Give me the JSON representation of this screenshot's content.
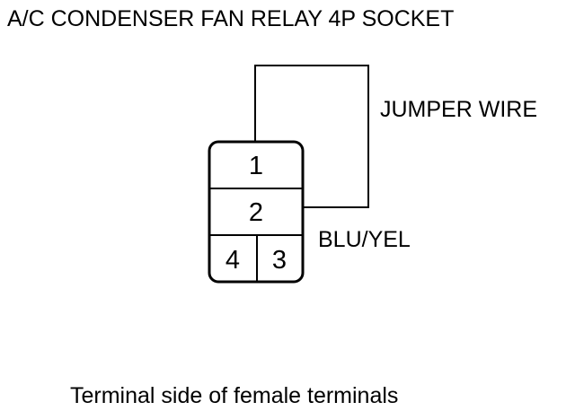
{
  "title": "A/C CONDENSER FAN RELAY 4P SOCKET",
  "socket": {
    "pins": [
      "1",
      "2",
      "4",
      "3"
    ]
  },
  "labels": {
    "jumper_wire": "JUMPER WIRE",
    "wire_color": "BLU/YEL"
  },
  "caption": "Terminal side of female terminals",
  "colors": {
    "line": "#000000",
    "background": "#ffffff"
  }
}
